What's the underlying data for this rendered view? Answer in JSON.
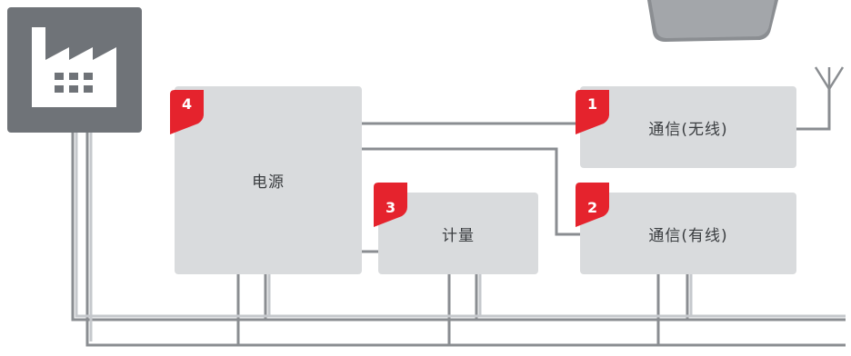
{
  "colors": {
    "accent": "#e5232d",
    "block": "#d9dbdd",
    "wire": "#8a8d91",
    "factory": "#6f7378"
  },
  "icons": {
    "factory": "factory-icon",
    "antenna": "antenna-icon",
    "meter_device": "meter-device-icon"
  },
  "blocks": {
    "power": {
      "label": "电源",
      "number": "4"
    },
    "metering": {
      "label": "计量",
      "number": "3"
    },
    "comm_wireless": {
      "label": "通信(无线)",
      "number": "1"
    },
    "comm_wired": {
      "label": "通信(有线)",
      "number": "2"
    }
  }
}
